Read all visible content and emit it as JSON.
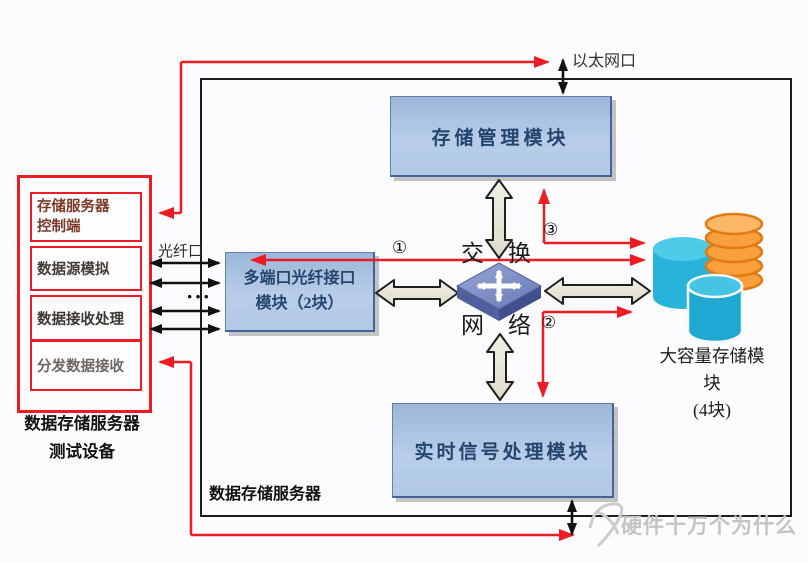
{
  "labels": {
    "ethernet_port": "以太网口",
    "fiber_port": "光纤口",
    "port_dots": "···",
    "server_box": "数据存储服务器",
    "switch_top": "交换",
    "switch_bottom": "网络",
    "flow_1": "①",
    "flow_2": "②",
    "flow_3": "③"
  },
  "modules": {
    "storage_mgmt": "存储管理模块",
    "fiber_iface_line1": "多端口光纤接口",
    "fiber_iface_line2": "模块（2块）",
    "realtime": "实时信号处理模块",
    "mass_storage_line1": "大容量存储模",
    "mass_storage_line2": "块",
    "mass_storage_line3": "(4块)"
  },
  "test_device": {
    "item1_line1": "存储服务器",
    "item1_line2": "控制端",
    "item2": "数据源模拟",
    "item3": "数据接收处理",
    "item4": "分发数据接收",
    "caption_line1": "数据存储服务器",
    "caption_line2": "测试设备"
  },
  "watermark": {
    "text": "硬件十万个为什么"
  },
  "colors": {
    "flow_red": "#ed1c24",
    "module_fill": "#b7cde8",
    "cylinder_blue": "#27b3da",
    "cylinder_orange": "#f8a03e"
  }
}
